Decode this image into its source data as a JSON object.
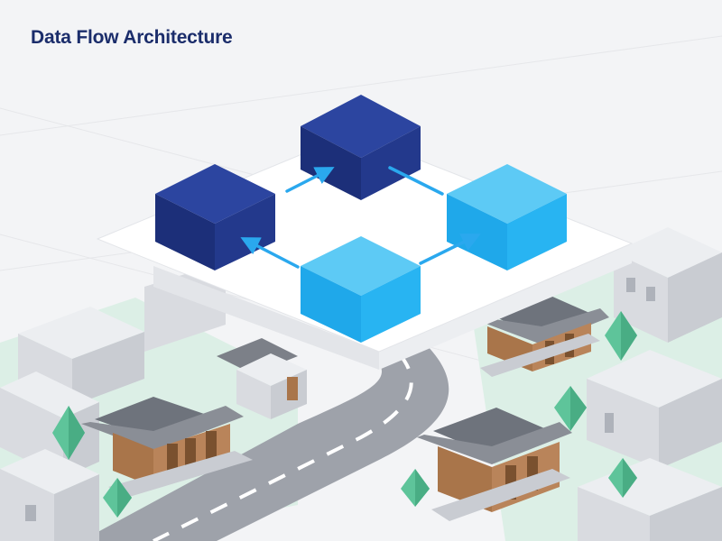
{
  "title": "Data Flow Architecture",
  "colors": {
    "background": "#f3f4f6",
    "title": "#1b2d6b",
    "node_dark": "#1f3584",
    "node_light": "#28b4f2",
    "arrow": "#2aa8ee",
    "platform": "#ffffff",
    "building": "#d9dbe0",
    "roof_tile": "#7c8088",
    "wood": "#a9754a",
    "tree": "#5ec49a",
    "ground": "#dcefe6",
    "road": "#9ea2aa"
  },
  "diagram": {
    "nodes": [
      {
        "id": "node-top",
        "tone": "dark"
      },
      {
        "id": "node-left",
        "tone": "dark"
      },
      {
        "id": "node-right",
        "tone": "light"
      },
      {
        "id": "node-bottom",
        "tone": "light"
      }
    ],
    "edges": [
      {
        "from": "node-left",
        "to": "node-top"
      },
      {
        "from": "node-top",
        "to": "node-right"
      },
      {
        "from": "node-bottom",
        "to": "node-right"
      },
      {
        "from": "node-bottom",
        "to": "node-left"
      }
    ]
  },
  "icons": [
    "arrow-head-icon",
    "tree-icon",
    "hanok-house-icon"
  ]
}
